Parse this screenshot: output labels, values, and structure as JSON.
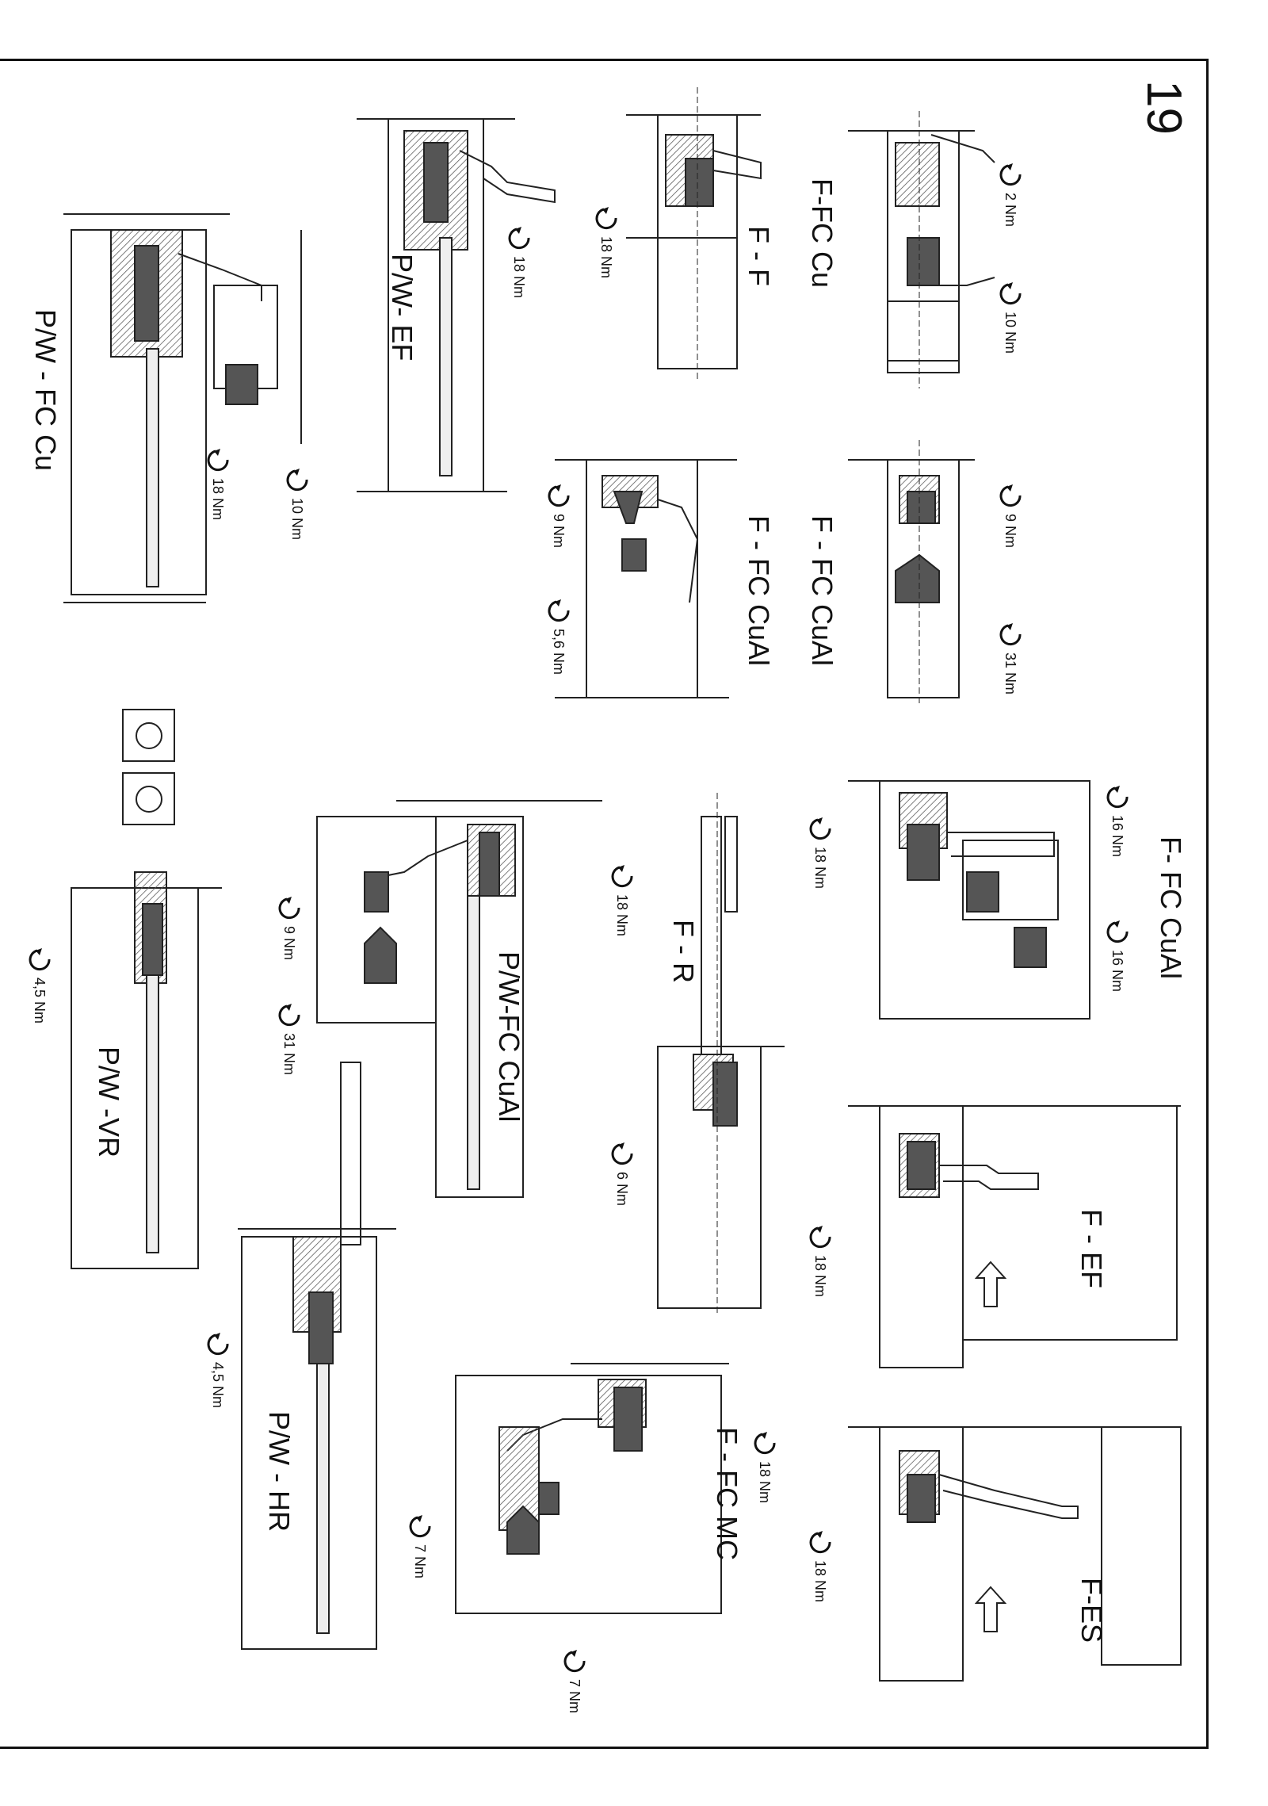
{
  "page_number": "19",
  "variants": [
    {
      "id": "f-fc-cu",
      "label": "F-FC Cu",
      "torques": [
        "2 Nm",
        "10 Nm"
      ]
    },
    {
      "id": "f-f",
      "label": "F - F",
      "torques": [
        "18 Nm"
      ]
    },
    {
      "id": "pw-ef",
      "label": "P/W- EF",
      "torques": [
        "18 Nm"
      ]
    },
    {
      "id": "pw-fc-cu",
      "label": "P/W - FC Cu",
      "torques": [
        "18 Nm",
        "10 Nm"
      ]
    },
    {
      "id": "f-fc-cual-a",
      "label": "F - FC CuAl",
      "torques": [
        "9 Nm",
        "31 Nm"
      ]
    },
    {
      "id": "f-fc-cual-b",
      "label": "F - FC CuAl",
      "torques": [
        "9 Nm",
        "5,6 Nm"
      ]
    },
    {
      "id": "f-fc-cual-c",
      "label": "F- FC CuAl",
      "torques": [
        "16 Nm",
        "16 Nm",
        "18 Nm"
      ]
    },
    {
      "id": "f-r",
      "label": "F - R",
      "torques": [
        "6 Nm"
      ]
    },
    {
      "id": "pw-fccual",
      "label": "P/W-FC CuAl",
      "torques": [
        "18 Nm",
        "9 Nm",
        "31 Nm"
      ]
    },
    {
      "id": "pw-vr",
      "label": "P/W -VR",
      "torques": [
        "4,5 Nm"
      ]
    },
    {
      "id": "f-ef",
      "label": "F - EF",
      "torques": [
        "18 Nm"
      ]
    },
    {
      "id": "f-es",
      "label": "F-ES",
      "torques": [
        "18 Nm"
      ]
    },
    {
      "id": "f-fc-mc",
      "label": "F - FC MC",
      "torques": [
        "18 Nm",
        "7 Nm",
        "7 Nm"
      ]
    },
    {
      "id": "pw-hr",
      "label": "P/W - HR",
      "torques": [
        "4,5 Nm"
      ]
    }
  ]
}
